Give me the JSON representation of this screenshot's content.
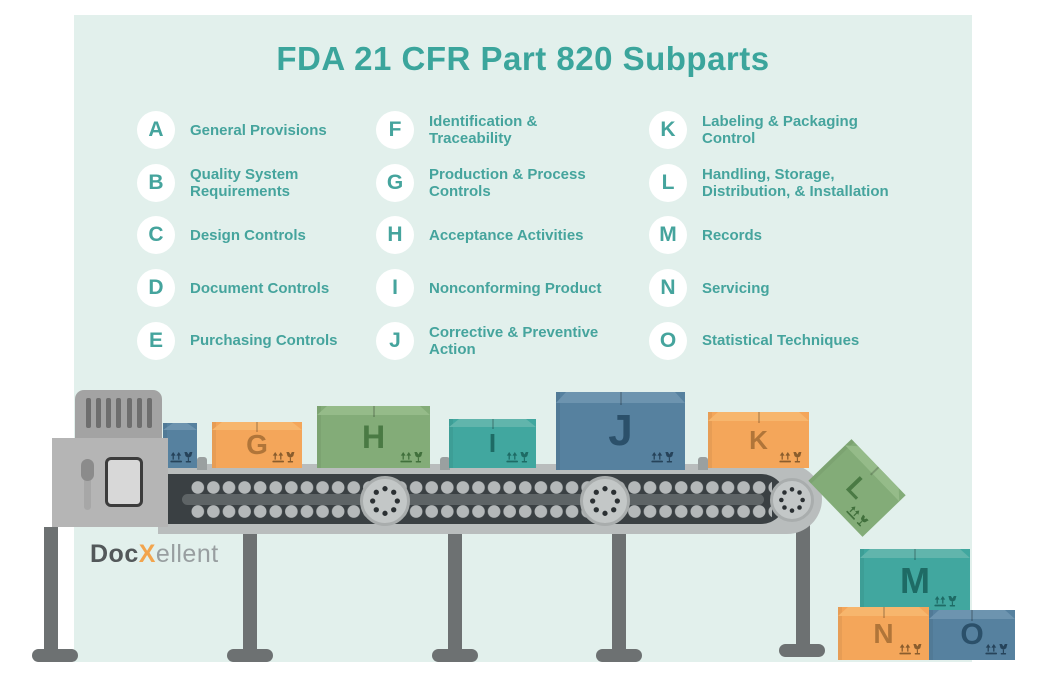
{
  "title": "FDA 21 CFR Part 820 Subparts",
  "subparts": [
    {
      "letter": "A",
      "line1": "General Provisions"
    },
    {
      "letter": "B",
      "line1": "Quality System",
      "line2": "Requirements"
    },
    {
      "letter": "C",
      "line1": "Design Controls"
    },
    {
      "letter": "D",
      "line1": "Document Controls"
    },
    {
      "letter": "E",
      "line1": "Purchasing Controls"
    },
    {
      "letter": "F",
      "line1": "Identification &",
      "line2": "Traceability"
    },
    {
      "letter": "G",
      "line1": "Production & Process",
      "line2": "Controls"
    },
    {
      "letter": "H",
      "line1": "Acceptance Activities"
    },
    {
      "letter": "I",
      "line1": "Nonconforming Product"
    },
    {
      "letter": "J",
      "line1": "Corrective & Preventive",
      "line2": "Action"
    },
    {
      "letter": "K",
      "line1": "Labeling & Packaging",
      "line2": "Control"
    },
    {
      "letter": "L",
      "line1": "Handling, Storage,",
      "line2": "Distribution, & Installation"
    },
    {
      "letter": "M",
      "line1": "Records"
    },
    {
      "letter": "N",
      "line1": "Servicing"
    },
    {
      "letter": "O",
      "line1": "Statistical Techniques"
    }
  ],
  "conveyor": {
    "boxes": [
      {
        "letter": "",
        "color": "blue",
        "note": "partially hidden behind machine"
      },
      {
        "letter": "G",
        "color": "orange"
      },
      {
        "letter": "H",
        "color": "green"
      },
      {
        "letter": "I",
        "color": "teal"
      },
      {
        "letter": "J",
        "color": "blue"
      },
      {
        "letter": "K",
        "color": "orange"
      },
      {
        "letter": "L",
        "color": "green",
        "state": "falling"
      },
      {
        "letter": "M",
        "color": "teal"
      },
      {
        "letter": "N",
        "color": "orange"
      },
      {
        "letter": "O",
        "color": "blue"
      }
    ],
    "box_marks": [
      "this-way-up",
      "fragile"
    ]
  },
  "logo": {
    "part1": "Doc",
    "x": "X",
    "part2": "ellent"
  },
  "palette": {
    "panel_mint": "#e2f0ec",
    "teal_text": "#45a49d",
    "title_teal": "#3ba59c",
    "box_orange": "#f4a65a",
    "box_green": "#83ac78",
    "box_teal": "#41a79f",
    "box_blue": "#56819f",
    "belt_dark": "#3a4043",
    "belt_frame_gray": "#b9bdbd",
    "leg_gray": "#6d7172",
    "machine_gray": "#b5b5b5",
    "logo_orange": "#f2a44d"
  }
}
